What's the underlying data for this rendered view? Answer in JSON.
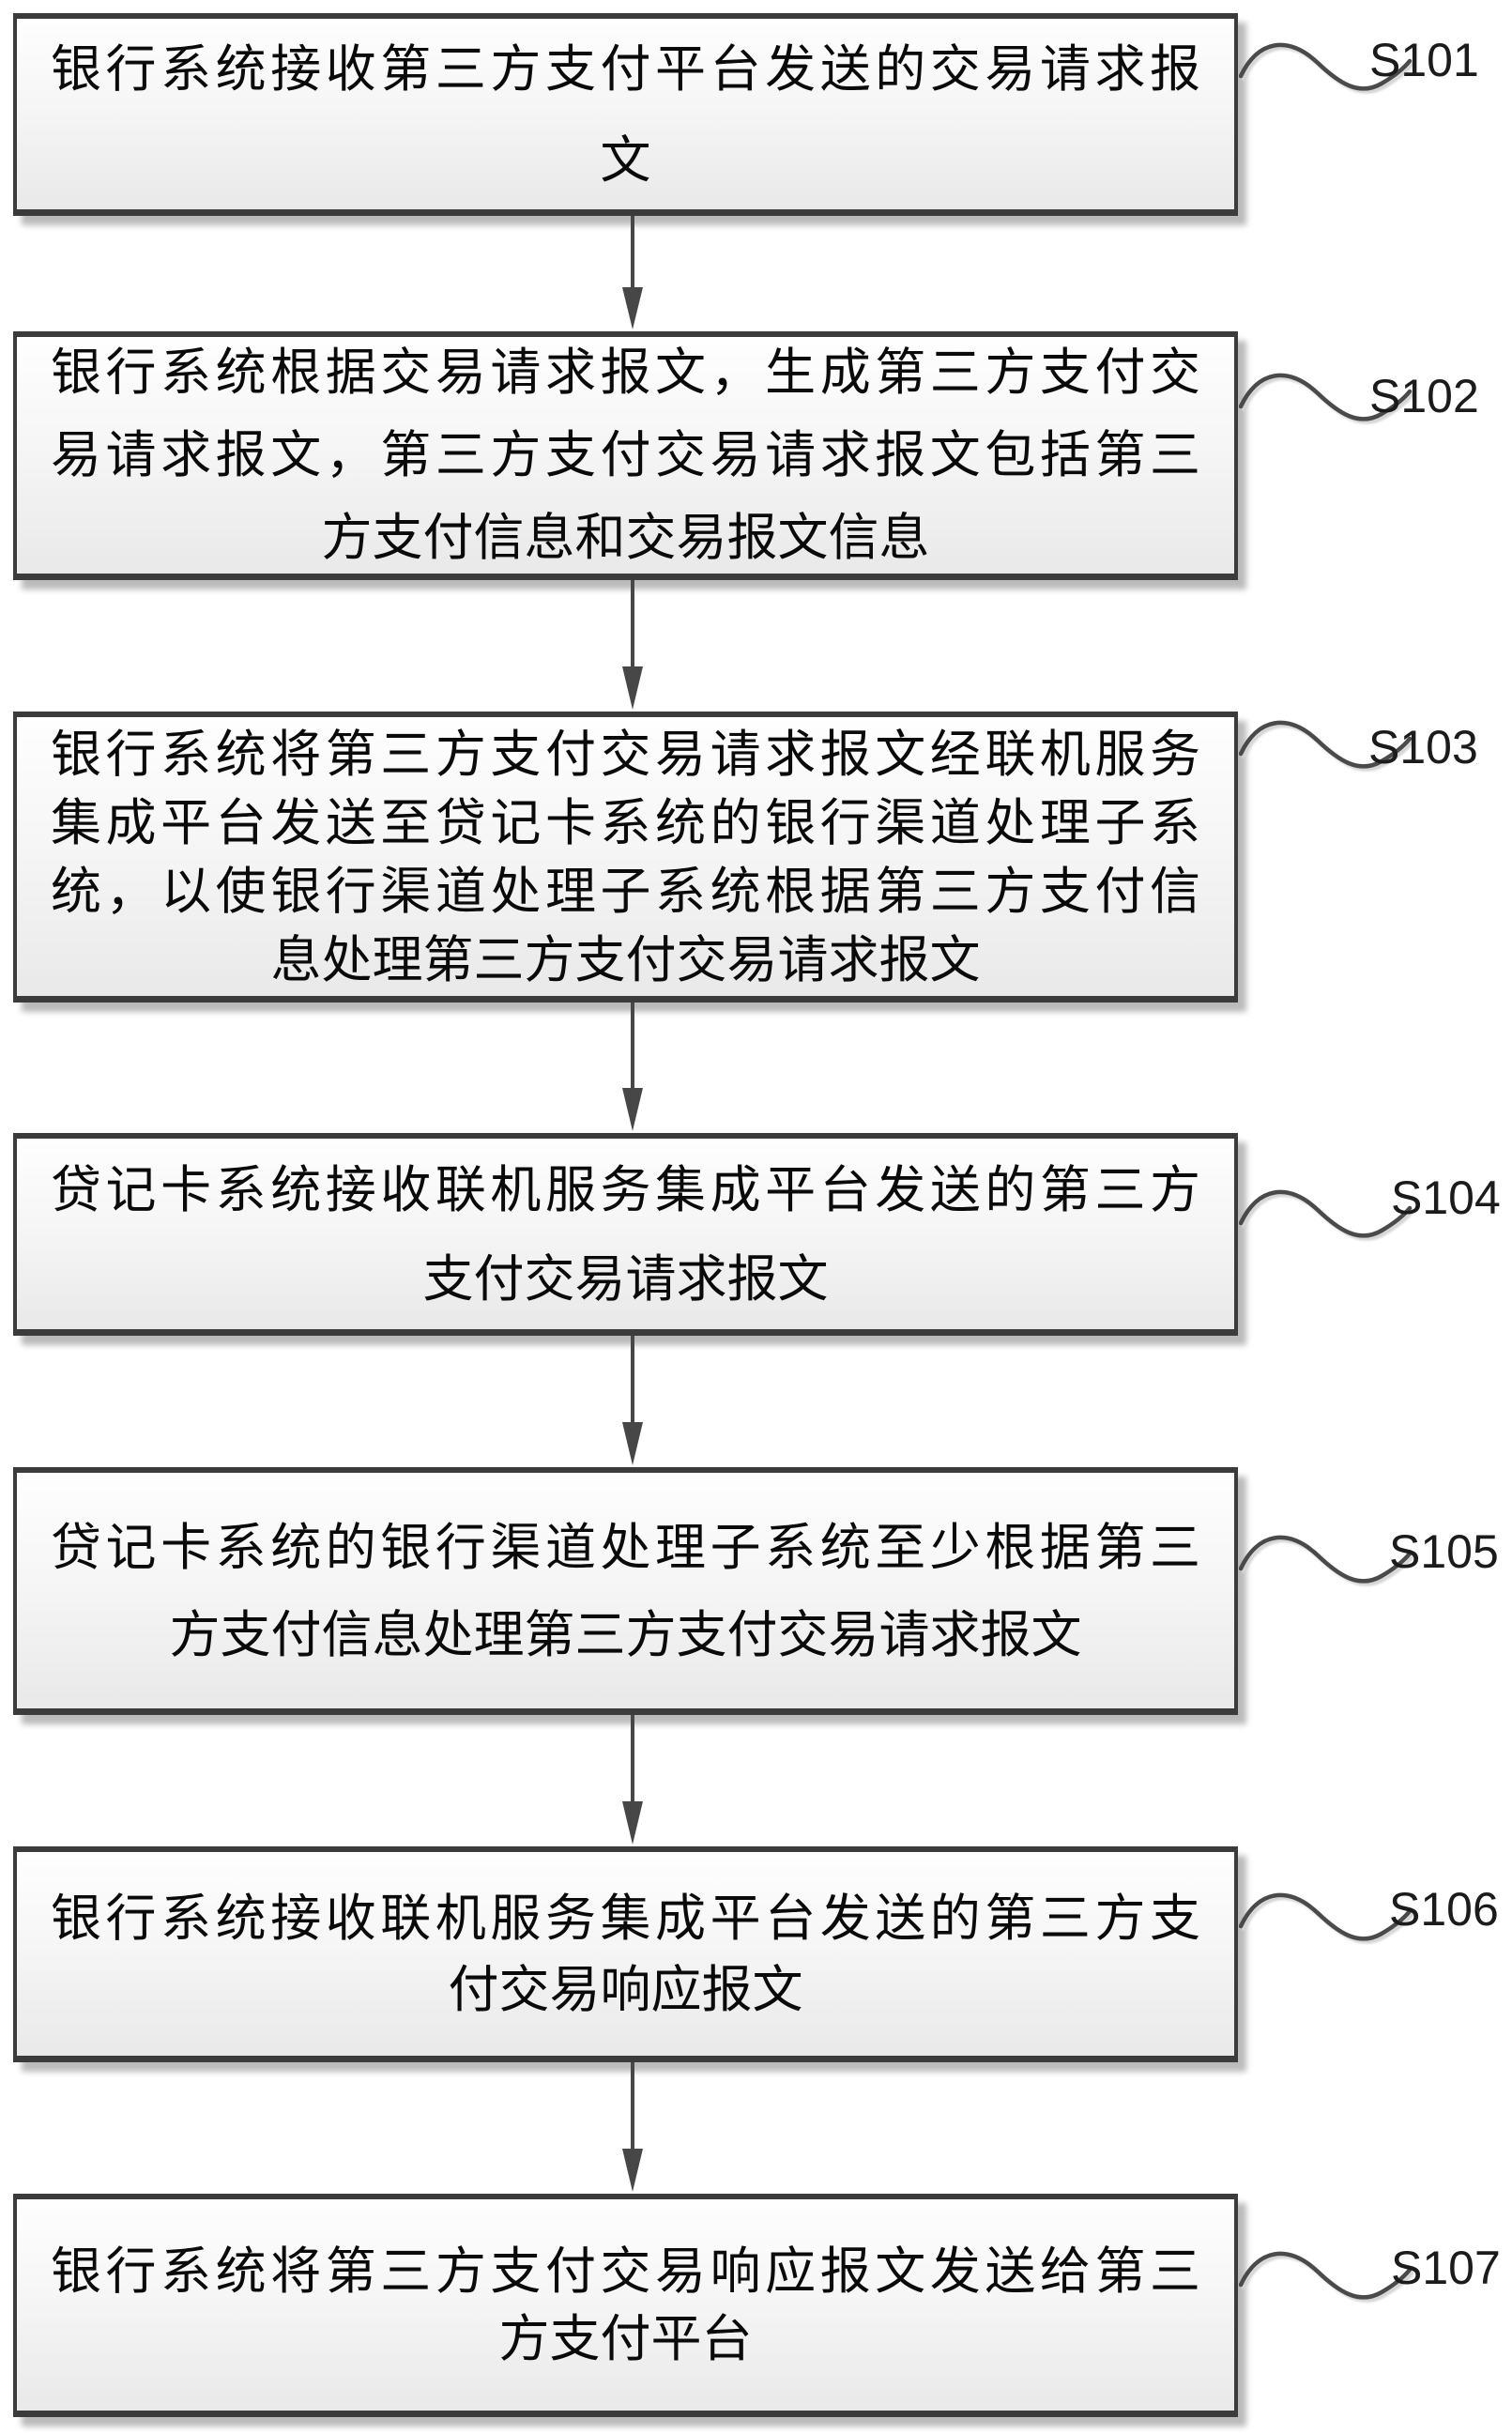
{
  "figure": {
    "type": "flowchart",
    "colors": {
      "box_border": "#3b3b3b",
      "box_fill_top": "#fefefe",
      "box_fill_bottom": "#e9e9e9",
      "connector": "#4a4a4a",
      "text": "#0a0a0a"
    },
    "steps": [
      {
        "label": "S101",
        "text": "银行系统接收第三方支付平台发送的交易请求报文",
        "lines": [
          "银行系统接收第三方支付平台发送的交易请求报",
          "文"
        ]
      },
      {
        "label": "S102",
        "text": "银行系统根据交易请求报文，生成第三方支付交易请求报文，第三方支付交易请求报文包括第三方支付信息和交易报文信息",
        "lines": [
          "银行系统根据交易请求报文，生成第三方支付交",
          "易请求报文，第三方支付交易请求报文包括第三",
          "方支付信息和交易报文信息"
        ]
      },
      {
        "label": "S103",
        "text": "银行系统将第三方支付交易请求报文经联机服务集成平台发送至贷记卡系统的银行渠道处理子系统，以使银行渠道处理子系统根据第三方支付信息处理第三方支付交易请求报文",
        "lines": [
          "银行系统将第三方支付交易请求报文经联机服务",
          "集成平台发送至贷记卡系统的银行渠道处理子系",
          "统，以使银行渠道处理子系统根据第三方支付信",
          "息处理第三方支付交易请求报文"
        ]
      },
      {
        "label": "S104",
        "text": "贷记卡系统接收联机服务集成平台发送的第三方支付交易请求报文",
        "lines": [
          "贷记卡系统接收联机服务集成平台发送的第三方",
          "支付交易请求报文"
        ]
      },
      {
        "label": "S105",
        "text": "贷记卡系统的银行渠道处理子系统至少根据第三方支付信息处理第三方支付交易请求报文",
        "lines": [
          "贷记卡系统的银行渠道处理子系统至少根据第三",
          "方支付信息处理第三方支付交易请求报文"
        ]
      },
      {
        "label": "S106",
        "text": "银行系统接收联机服务集成平台发送的第三方支付交易响应报文",
        "lines": [
          "银行系统接收联机服务集成平台发送的第三方支",
          "付交易响应报文"
        ]
      },
      {
        "label": "S107",
        "text": "银行系统将第三方支付交易响应报文发送给第三方支付平台",
        "lines": [
          "银行系统将第三方支付交易响应报文发送给第三",
          "方支付平台"
        ]
      }
    ]
  }
}
